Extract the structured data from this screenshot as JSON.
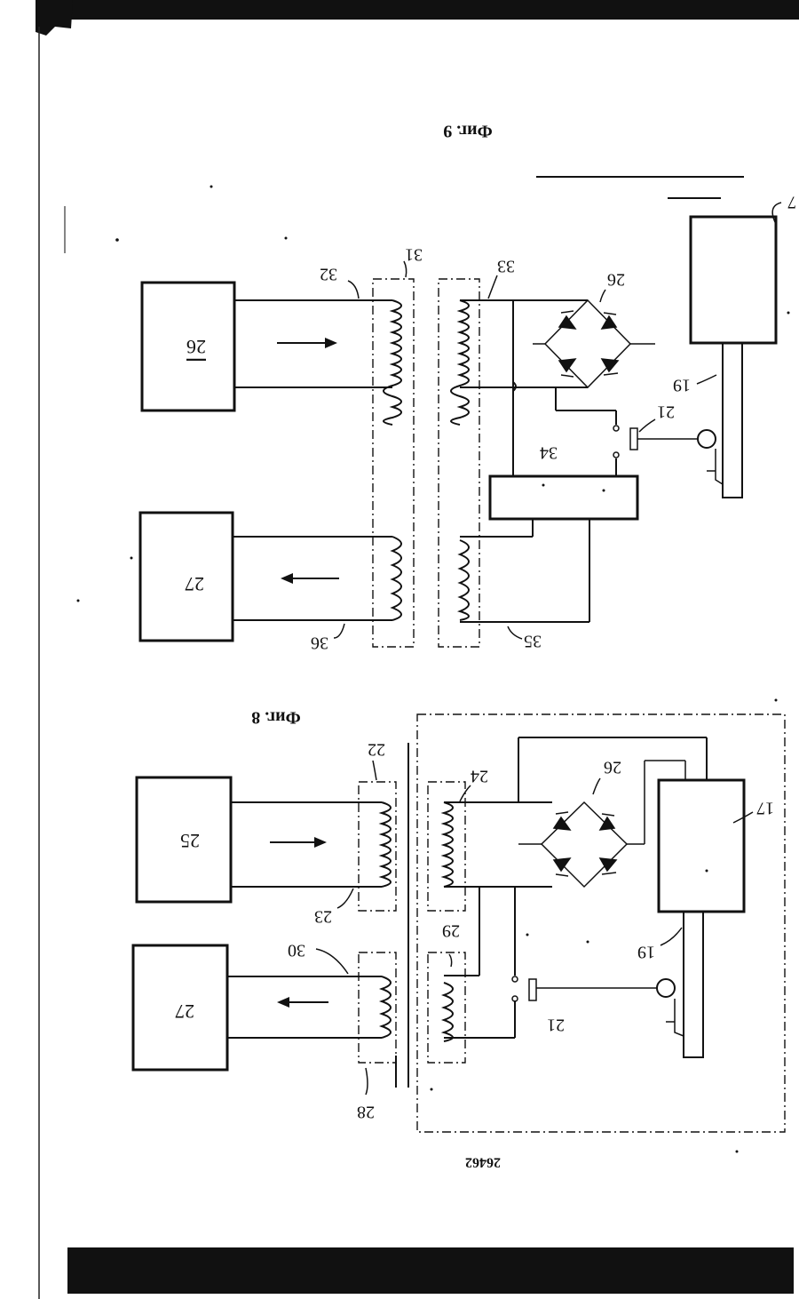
{
  "document": {
    "page_number": "26462"
  },
  "fig9": {
    "caption": "Фиг. 9",
    "labels": {
      "block_top": "26",
      "block_bottom": "27",
      "l31": "31",
      "l32": "32",
      "l33": "33",
      "l26": "26",
      "l19": "19",
      "l21": "21",
      "l34": "34",
      "l35": "35",
      "l36": "36",
      "l7": "7"
    }
  },
  "fig8": {
    "caption": "Фиг. 8",
    "labels": {
      "block_top": "25",
      "block_bottom": "27",
      "l22": "22",
      "l23": "23",
      "l24": "24",
      "l26": "26",
      "l17": "17",
      "l19": "19",
      "l21": "21",
      "l28": "28",
      "l29": "29",
      "l30": "30"
    }
  }
}
